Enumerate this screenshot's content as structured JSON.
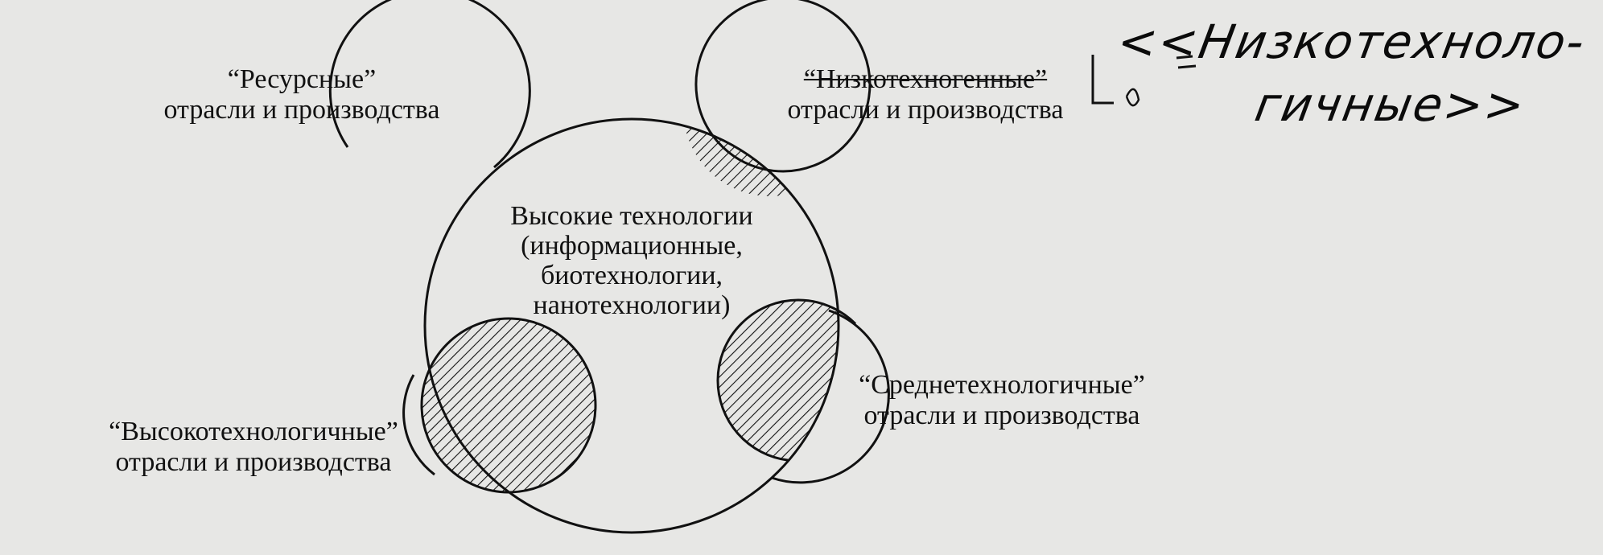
{
  "diagram": {
    "center": {
      "line1": "Высокие технологии",
      "line2": "(информационные,",
      "line3": "биотехнологии,",
      "line4": "нанотехнологии)"
    },
    "resource": {
      "line1": "“Ресурсные”",
      "line2": "отрасли и производства"
    },
    "low_tech": {
      "line1": "“Низкотехногенные”",
      "line2": "отрасли и производства"
    },
    "medium_tech": {
      "line1": "“Среднетехнологичные”",
      "line2": "отрасли и производства"
    },
    "high_tech": {
      "line1": "“Высокотехнологичные”",
      "line2": "отрасли и производства"
    }
  },
  "annotation": {
    "line1": "<<Низкотехноло-",
    "line2": "гичные>>"
  },
  "colors": {
    "background": "#e7e7e5",
    "ink": "#111111"
  }
}
